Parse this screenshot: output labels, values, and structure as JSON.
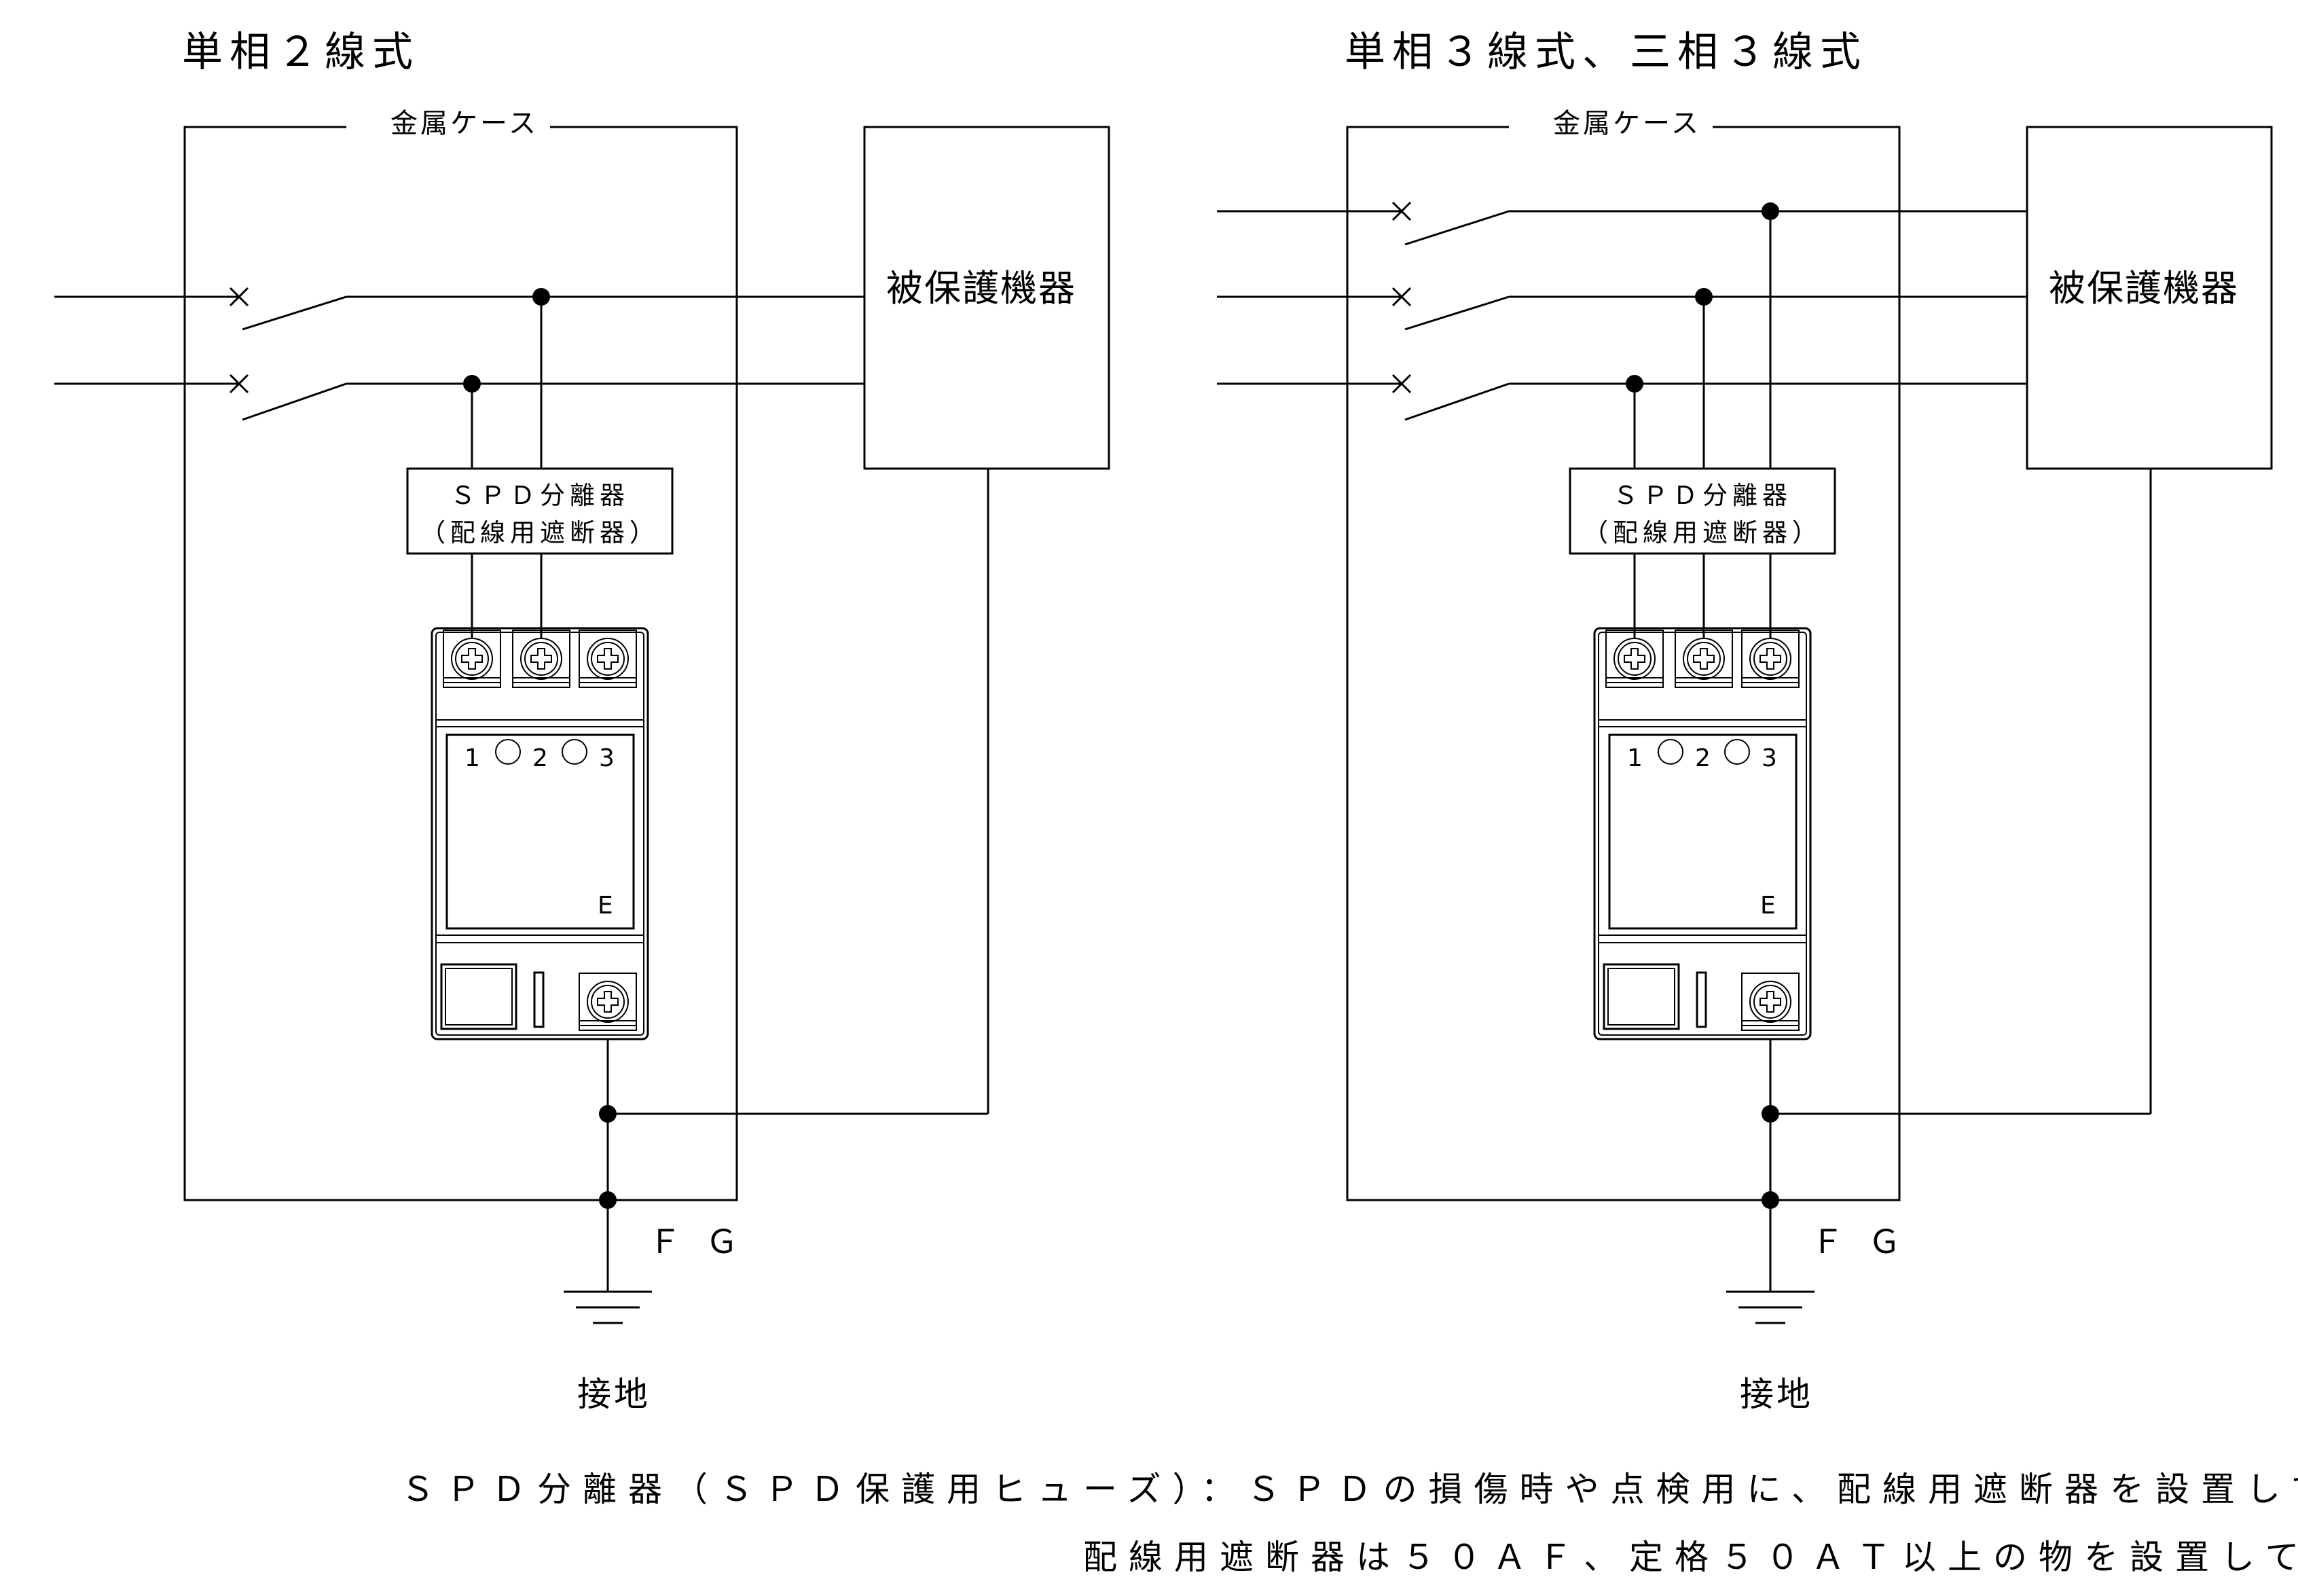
{
  "diagrams": [
    {
      "title": "単相２線式",
      "case_label": "金属ケース",
      "protected_device": "被保護機器",
      "spd_label_1": "ＳＰＤ分離器",
      "spd_label_2": "（配線用遮断器）",
      "terminal_numbers": [
        "1",
        "2",
        "3"
      ],
      "terminal_e": "E",
      "fg_label": "ＦＧ",
      "earth_label": "接地"
    },
    {
      "title": "単相３線式、三相３線式",
      "case_label": "金属ケース",
      "protected_device": "被保護機器",
      "spd_label_1": "ＳＰＤ分離器",
      "spd_label_2": "（配線用遮断器）",
      "terminal_numbers": [
        "1",
        "2",
        "3"
      ],
      "terminal_e": "E",
      "fg_label": "ＦＧ",
      "earth_label": "接地"
    }
  ],
  "notes": {
    "line1": "ＳＰＤ分離器（ＳＰＤ保護用ヒューズ）：ＳＰＤの損傷時や点検用に、配線用遮断器を設置してください。",
    "line2": "配線用遮断器は５０ＡＦ、定格５０ＡＴ以上の物を設置してください。"
  }
}
